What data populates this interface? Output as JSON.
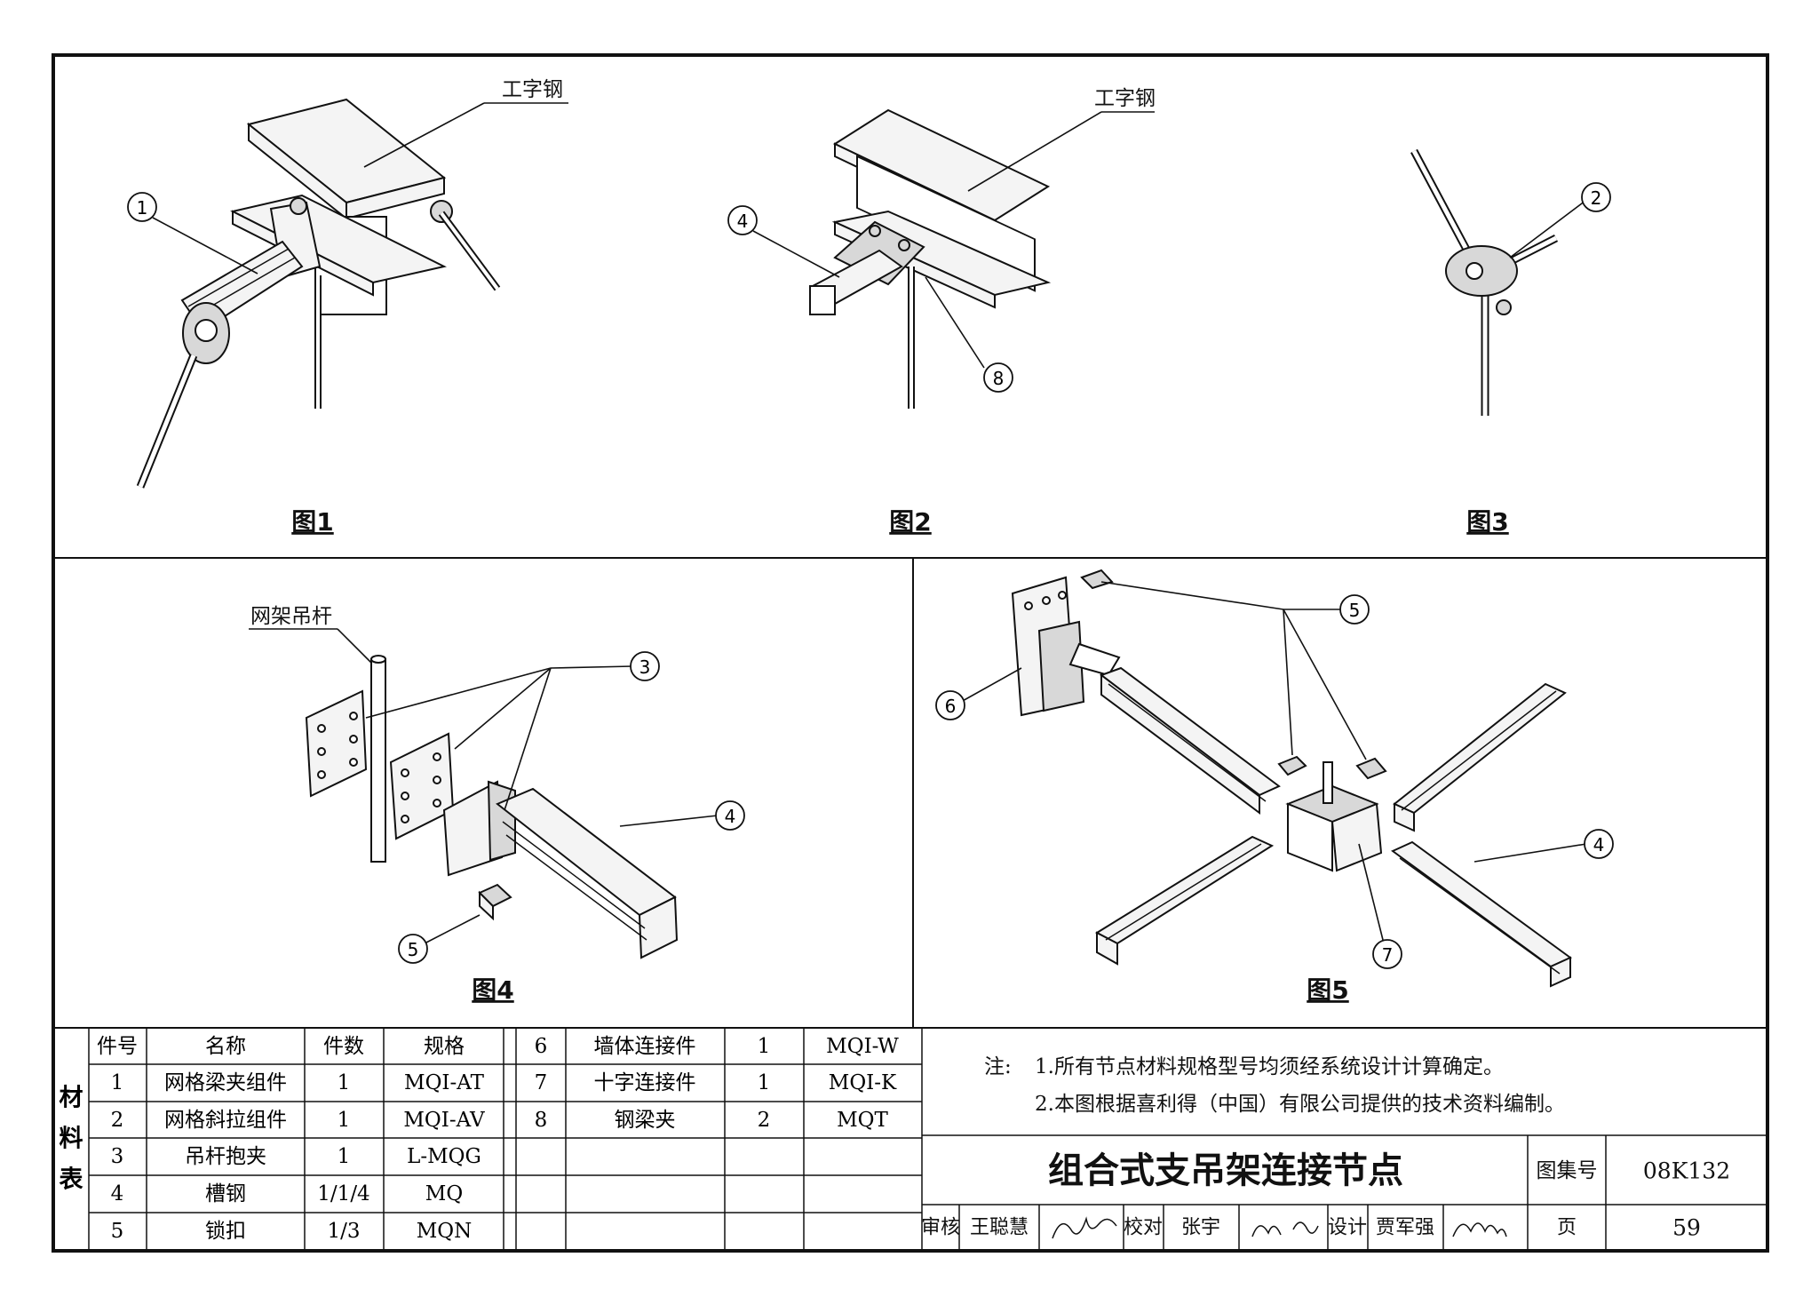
{
  "figures": {
    "fig1": {
      "label": "图1",
      "beam_label": "工字钢",
      "callouts": [
        "1"
      ]
    },
    "fig2": {
      "label": "图2",
      "beam_label": "工字钢",
      "callouts": [
        "4",
        "8"
      ]
    },
    "fig3": {
      "label": "图3",
      "callouts": [
        "2"
      ]
    },
    "fig4": {
      "label": "图4",
      "rod_label": "网架吊杆",
      "callouts": [
        "3",
        "4",
        "5"
      ]
    },
    "fig5": {
      "label": "图5",
      "callouts": [
        "5",
        "6",
        "4",
        "7"
      ]
    }
  },
  "materials": {
    "side_title": [
      "材",
      "料",
      "表"
    ],
    "headers": [
      "件号",
      "名称",
      "件数",
      "规格"
    ],
    "rows_left": [
      [
        "1",
        "网格梁夹组件",
        "1",
        "MQI-AT"
      ],
      [
        "2",
        "网格斜拉组件",
        "1",
        "MQI-AV"
      ],
      [
        "3",
        "吊杆抱夹",
        "1",
        "L-MQG"
      ],
      [
        "4",
        "槽钢",
        "1/1/4",
        "MQ"
      ],
      [
        "5",
        "锁扣",
        "1/3",
        "MQN"
      ]
    ],
    "rows_right": [
      [
        "6",
        "墙体连接件",
        "1",
        "MQI-W"
      ],
      [
        "7",
        "十字连接件",
        "1",
        "MQI-K"
      ],
      [
        "8",
        "钢梁夹",
        "2",
        "MQT"
      ]
    ]
  },
  "notes": {
    "prefix": "注:",
    "items": [
      "1.所有节点材料规格型号均须经系统设计计算确定。",
      "2.本图根据喜利得（中国）有限公司提供的技术资料编制。"
    ]
  },
  "title_block": {
    "title": "组合式支吊架连接节点",
    "atlas_label": "图集号",
    "atlas_no": "08K132",
    "review_label": "审核",
    "reviewer": "王聪慧",
    "check_label": "校对",
    "checker": "张宇",
    "design_label": "设计",
    "designer": "贾军强",
    "page_label": "页",
    "page_no": "59"
  }
}
